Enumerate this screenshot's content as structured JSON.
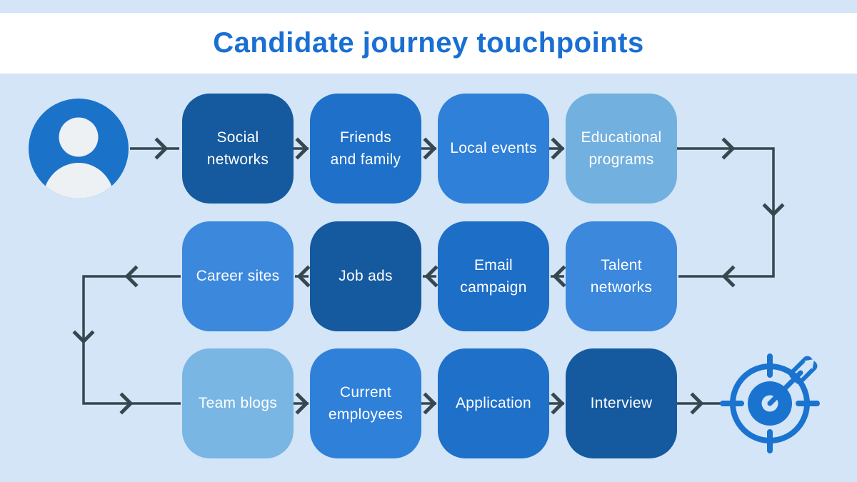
{
  "title": "Candidate journey touchpoints",
  "colors": {
    "background": "#D3E5F7",
    "header_background": "#FFFFFF",
    "title_text": "#1A6FD2",
    "connector": "#37474F",
    "box_text": "#FFFFFF",
    "avatar_blue": "#1A73C9",
    "avatar_silhouette": "#EDF1F4",
    "target_blue": "#1A73CF"
  },
  "flow": {
    "start_icon": "person-icon",
    "end_icon": "target-icon",
    "rows": [
      {
        "flow_direction": "left-to-right",
        "boxes": [
          {
            "label": "Social\nnetworks",
            "color": "#15599E"
          },
          {
            "label": "Friends\nand family",
            "color": "#1E70C8"
          },
          {
            "label": "Local events",
            "color": "#2F80D9"
          },
          {
            "label": "Educational\nprograms",
            "color": "#72B0DF"
          }
        ]
      },
      {
        "flow_direction": "right-to-left",
        "boxes": [
          {
            "label": "Career sites",
            "color": "#3B88DD"
          },
          {
            "label": "Job ads",
            "color": "#15599E"
          },
          {
            "label": "Email\ncampaign",
            "color": "#1D6EC7"
          },
          {
            "label": "Talent\nnetworks",
            "color": "#3B88DD"
          }
        ]
      },
      {
        "flow_direction": "left-to-right",
        "boxes": [
          {
            "label": "Team blogs",
            "color": "#79B6E3"
          },
          {
            "label": "Current\nemployees",
            "color": "#2F80D9"
          },
          {
            "label": "Application",
            "color": "#1E70C8"
          },
          {
            "label": "Interview",
            "color": "#15599E"
          }
        ]
      }
    ]
  }
}
